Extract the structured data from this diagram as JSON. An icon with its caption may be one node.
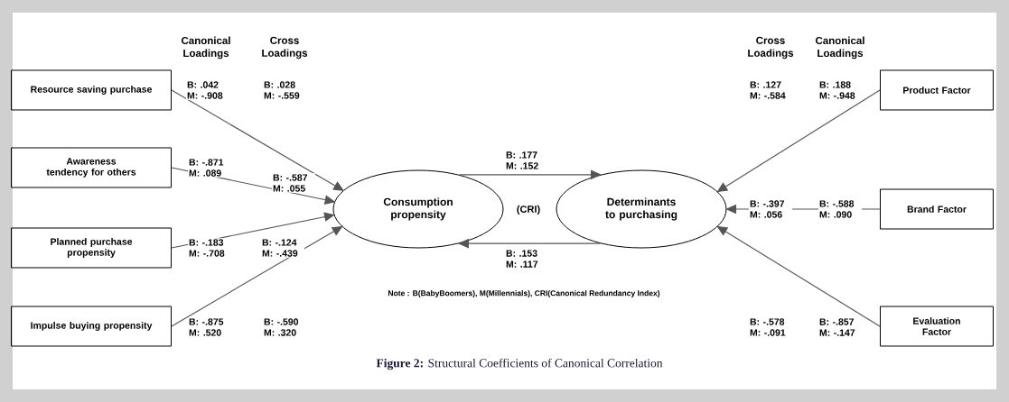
{
  "diagram": {
    "caption": "**Figure 2:** Structural Coefficients of Canonical Correlation",
    "nodes": [
      {
        "text": [
          "Resource saving purchase"
        ]
      },
      {
        "text": [
          "Awareness tendency for others"
        ]
      },
      {
        "text": [
          "Planned purchase propensity"
        ]
      },
      {
        "text": [
          "Impulse buying propensity"
        ]
      },
      {
        "text": [
          "Consumption propensity"
        ]
      },
      {
        "text": [
          "Determinants to purchasing"
        ]
      },
      {
        "text": [
          "Product Factor"
        ]
      },
      {
        "text": [
          "Brand Factor"
        ]
      },
      {
        "text": [
          "Evaluation Factor"
        ]
      }
    ],
    "edges": [
      {
        "from": 0,
        "to": 4,
        "arrow": "to"
      },
      {
        "from": 1,
        "to": 4,
        "arrow": "to"
      },
      {
        "from": 2,
        "to": 4,
        "arrow": "to"
      },
      {
        "from": 3,
        "to": 4,
        "arrow": "to"
      },
      {
        "from": 4,
        "to": 5,
        "arrow": "to"
      },
      {
        "from": 5,
        "to": 4,
        "arrow": "to"
      },
      {
        "from": 6,
        "to": 5,
        "arrow": "to"
      },
      {
        "from": 7,
        "to": 5,
        "arrow": "to"
      },
      {
        "from": 8,
        "to": 5,
        "arrow": "to"
      }
    ],
    "labels": [
      "Canonical Loadings",
      "Cross Loadings",
      "Cross Loadings",
      "Canonical Loadings",
      "B: .042 M: -.908",
      "B: .028 M: -.559",
      "B: .127 M: -.584",
      "B: .188 M: -.948",
      "B: .177 M: .152",
      "B: -.871 M: .089",
      "B: -.587 M: .055",
      "(CRI)",
      "B: -.397 M: .056",
      "B: -.588 M: .090",
      "B: -.183 M: -.708",
      "B: -.124 M: -.439",
      "B: .153 M: .117",
      "Note : B(BabyBoomers), M(Millennials), CRI(Canonical Redundancy Index)",
      "B: -.875 M: .520",
      "B: -.590 M: .320",
      "B: -.578 M: -.091",
      "B: -.857 M: -.147"
    ]
  }
}
